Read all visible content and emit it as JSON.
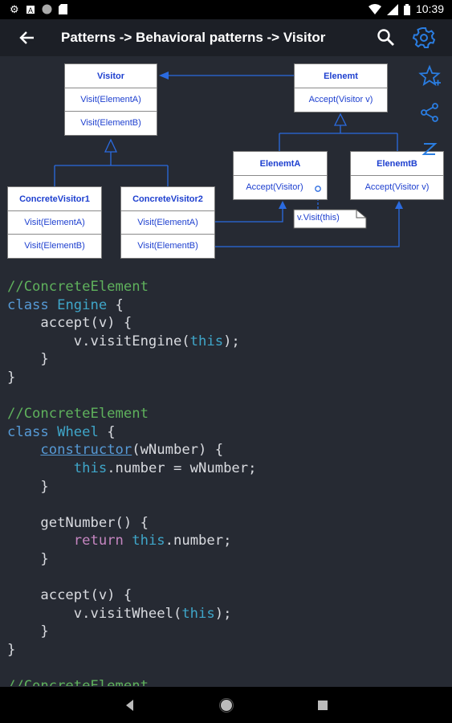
{
  "status_bar": {
    "time": "10:39",
    "left_icons": [
      "settings-icon",
      "notification-icon",
      "record-icon",
      "sd-card-icon"
    ],
    "right_icons": [
      "wifi-icon",
      "signal-icon",
      "battery-icon"
    ]
  },
  "app_bar": {
    "title": "Patterns -> Behavioral patterns -> Visitor",
    "back_icon": "arrow-back-icon",
    "search_icon": "search-icon",
    "settings_icon": "gear-icon",
    "accent": "#2a7de1"
  },
  "side_actions": [
    "star-add-icon",
    "share-icon",
    "sleep-icon"
  ],
  "diagram": {
    "visitor": {
      "name": "Visitor",
      "methods": [
        "Visit(ElementA)",
        "Visit(ElementB)"
      ]
    },
    "element": {
      "name": "Elenemt",
      "methods": [
        "Accept(Visitor v)"
      ]
    },
    "concrete_visitor_1": {
      "name": "ConcreteVisitor1",
      "methods": [
        "Visit(ElementA)",
        "Visit(ElementB)"
      ]
    },
    "concrete_visitor_2": {
      "name": "ConcreteVisitor2",
      "methods": [
        "Visit(ElementA)",
        "Visit(ElementB)"
      ]
    },
    "element_a": {
      "name": "ElenemtA",
      "methods": [
        "Accept(Visitor)"
      ]
    },
    "element_b": {
      "name": "ElenemtB",
      "methods": [
        "Accept(Visitor v)"
      ]
    },
    "note": "v.Visit(this)",
    "line_color": "#2b6be0"
  },
  "code": {
    "lines": [
      [
        {
          "t": "//ConcreteElement",
          "c": "c-comment"
        }
      ],
      [
        {
          "t": "class ",
          "c": "c-kw"
        },
        {
          "t": "Engine",
          "c": "c-cls"
        },
        {
          "t": " {",
          "c": ""
        }
      ],
      [
        {
          "t": "    accept(v) {",
          "c": ""
        }
      ],
      [
        {
          "t": "        v.visitEngine(",
          "c": ""
        },
        {
          "t": "this",
          "c": "c-this"
        },
        {
          "t": ");",
          "c": ""
        }
      ],
      [
        {
          "t": "    }",
          "c": ""
        }
      ],
      [
        {
          "t": "}",
          "c": ""
        }
      ],
      [
        {
          "t": "",
          "c": ""
        }
      ],
      [
        {
          "t": "//ConcreteElement",
          "c": "c-comment"
        }
      ],
      [
        {
          "t": "class ",
          "c": "c-kw"
        },
        {
          "t": "Wheel",
          "c": "c-cls"
        },
        {
          "t": " {",
          "c": ""
        }
      ],
      [
        {
          "t": "    ",
          "c": ""
        },
        {
          "t": "constructor",
          "c": "c-ctor"
        },
        {
          "t": "(wNumber) {",
          "c": ""
        }
      ],
      [
        {
          "t": "        ",
          "c": ""
        },
        {
          "t": "this",
          "c": "c-this"
        },
        {
          "t": ".number = wNumber;",
          "c": ""
        }
      ],
      [
        {
          "t": "    }",
          "c": ""
        }
      ],
      [
        {
          "t": "",
          "c": ""
        }
      ],
      [
        {
          "t": "    getNumber() {",
          "c": ""
        }
      ],
      [
        {
          "t": "        ",
          "c": ""
        },
        {
          "t": "return",
          "c": "c-ret"
        },
        {
          "t": " ",
          "c": ""
        },
        {
          "t": "this",
          "c": "c-this"
        },
        {
          "t": ".number;",
          "c": ""
        }
      ],
      [
        {
          "t": "    }",
          "c": ""
        }
      ],
      [
        {
          "t": "",
          "c": ""
        }
      ],
      [
        {
          "t": "    accept(v) {",
          "c": ""
        }
      ],
      [
        {
          "t": "        v.visitWheel(",
          "c": ""
        },
        {
          "t": "this",
          "c": "c-this"
        },
        {
          "t": ");",
          "c": ""
        }
      ],
      [
        {
          "t": "    }",
          "c": ""
        }
      ],
      [
        {
          "t": "}",
          "c": ""
        }
      ],
      [
        {
          "t": "",
          "c": ""
        }
      ],
      [
        {
          "t": "//ConcreteElement",
          "c": "c-comment"
        }
      ]
    ]
  },
  "nav_bar": {
    "buttons": [
      "back-triangle-icon",
      "home-circle-icon",
      "recents-square-icon"
    ]
  }
}
